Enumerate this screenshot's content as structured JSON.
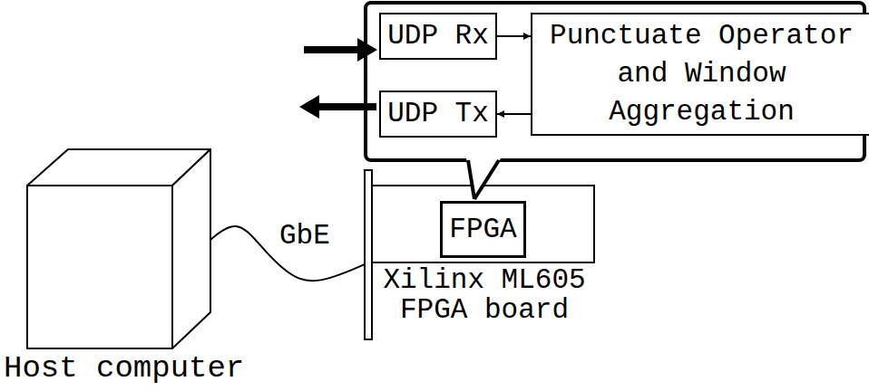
{
  "diagram": {
    "nodes": [
      {
        "text": [
          "Host computer"
        ]
      },
      {
        "text": [
          "Xilinx ML605 FPGA board"
        ]
      },
      {
        "text": [
          "FPGA"
        ],
        "in": 1
      },
      {
        "text": [
          "UDP Rx"
        ]
      },
      {
        "text": [
          "UDP Tx"
        ]
      },
      {
        "text": [
          "Punctuate Operator and Window Aggregation"
        ]
      }
    ],
    "edges": [
      {
        "from": 0,
        "to": 1,
        "arrow": "none",
        "label": "GbE"
      },
      {
        "from": 3,
        "to": 5,
        "arrow": "to"
      },
      {
        "from": 5,
        "to": 4,
        "arrow": "to"
      }
    ]
  }
}
